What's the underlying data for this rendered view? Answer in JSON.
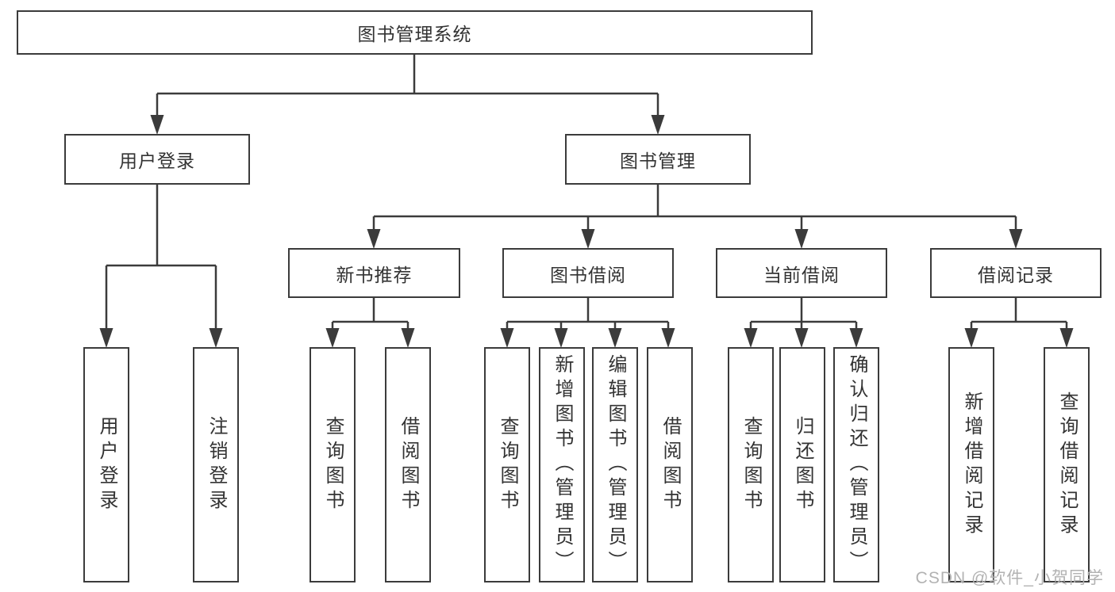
{
  "diagram": {
    "tree": {
      "root": {
        "label": "图书管理系统"
      },
      "branches": [
        {
          "label": "用户登录",
          "children": [
            {
              "label": "用户登录"
            },
            {
              "label": "注销登录"
            }
          ]
        },
        {
          "label": "图书管理",
          "children": [
            {
              "label": "新书推荐",
              "children": [
                {
                  "label": "查询图书"
                },
                {
                  "label": "借阅图书"
                }
              ]
            },
            {
              "label": "图书借阅",
              "children": [
                {
                  "label": "查询图书"
                },
                {
                  "label": "新增图书（管理员）"
                },
                {
                  "label": "编辑图书（管理员）"
                },
                {
                  "label": "借阅图书"
                }
              ]
            },
            {
              "label": "当前借阅",
              "children": [
                {
                  "label": "查询图书"
                },
                {
                  "label": "归还图书"
                },
                {
                  "label": "确认归还（管理员）"
                }
              ]
            },
            {
              "label": "借阅记录",
              "children": [
                {
                  "label": "新增借阅记录"
                },
                {
                  "label": "查询借阅记录"
                }
              ]
            }
          ]
        }
      ]
    },
    "watermark": {
      "text": "CSDN @软件_小贺同学"
    },
    "colors": {
      "line": "#3b3b3b",
      "text": "#333333",
      "background": "#ffffff",
      "watermark_text": "#b2b2b2"
    }
  }
}
